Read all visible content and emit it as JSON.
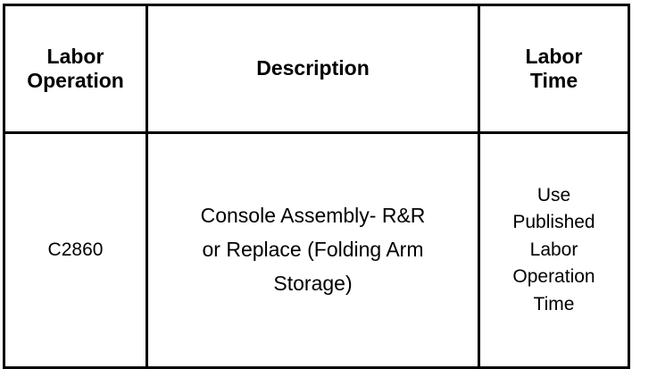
{
  "table": {
    "columns": [
      {
        "id": "labor-operation",
        "header_lines": [
          "Labor",
          "Operation"
        ]
      },
      {
        "id": "description",
        "header_lines": [
          "Description"
        ]
      },
      {
        "id": "labor-time",
        "header_lines": [
          "Labor",
          "Time"
        ]
      }
    ],
    "rows": [
      {
        "labor_operation": "C2860",
        "description_lines": [
          "Console Assembly- R&R",
          "or Replace (Folding Arm",
          "Storage)"
        ],
        "labor_time_lines": [
          "Use",
          "Published",
          "Labor",
          "Operation",
          "Time"
        ]
      }
    ]
  },
  "style": {
    "border_color": "#000000",
    "background": "#ffffff",
    "text_color": "#000000"
  }
}
